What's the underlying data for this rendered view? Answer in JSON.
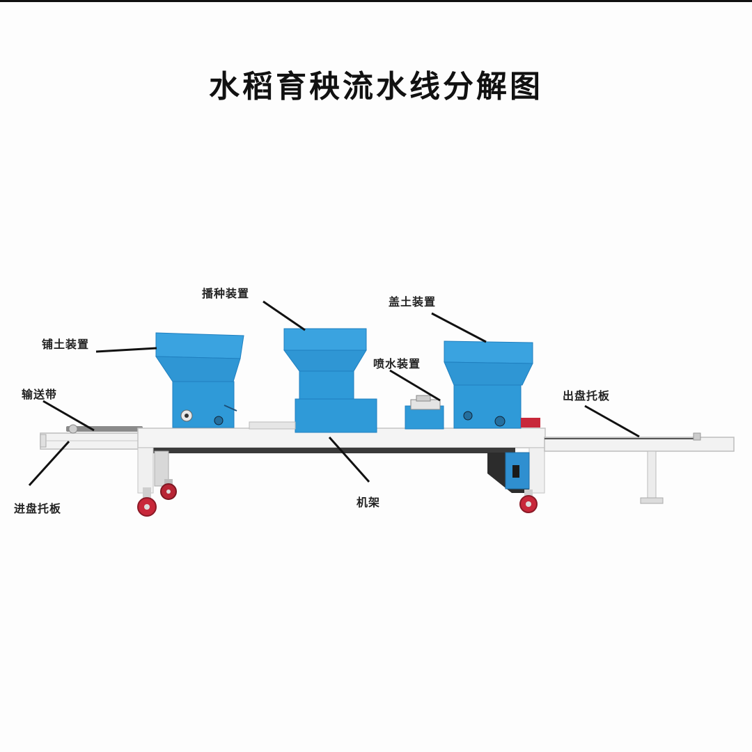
{
  "title": "水稻育秧流水线分解图",
  "colors": {
    "machine_blue": "#2f9ad8",
    "machine_blue_dark": "#1f7fbf",
    "frame_white": "#eeeeee",
    "wheel_red": "#c8283a",
    "callout_line": "#111111",
    "background": "#fdfdfd"
  },
  "labels": {
    "seeding_device": "播种装置",
    "covering_soil_device": "盖土装置",
    "soil_laying_device": "铺土装置",
    "water_spray_device": "喷水装置",
    "conveyor_belt": "输送带",
    "outfeed_tray_board": "出盘托板",
    "infeed_tray_board": "进盘托板",
    "machine_frame": "机架"
  }
}
